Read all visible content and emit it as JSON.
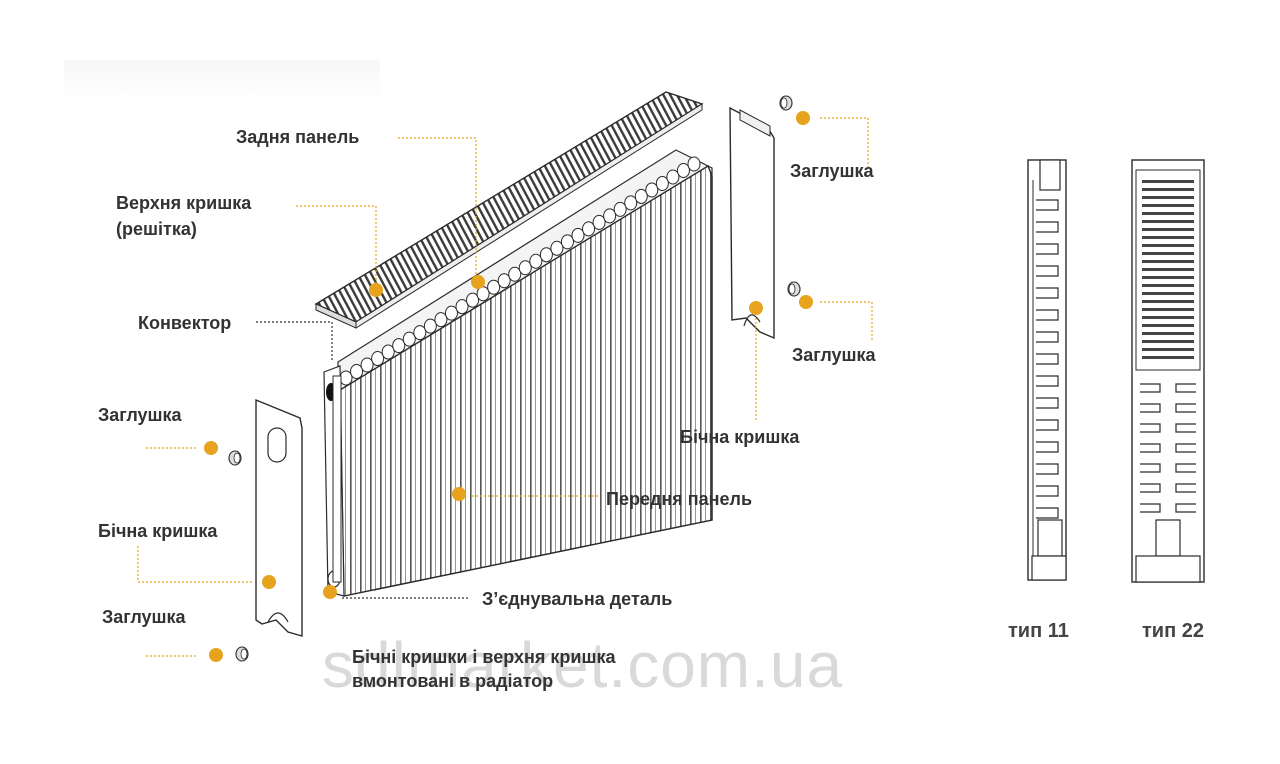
{
  "labels": {
    "back_panel": "Задня панель",
    "top_cover_line1": "Верхня кришка",
    "top_cover_line2": "(решітка)",
    "convector": "Конвектор",
    "plug_left_upper": "Заглушка",
    "side_cover_left": "Бічна кришка",
    "plug_left_lower": "Заглушка",
    "plug_right_upper": "Заглушка",
    "plug_right_lower": "Заглушка",
    "side_cover_right": "Бічна кришка",
    "front_panel": "Передня панель",
    "connector": "З’єднувальна деталь",
    "note_line1": "Бічні кришки і верхня кришка",
    "note_line2": "вмонтовані в радіатор"
  },
  "types": {
    "type11": "тип 11",
    "type22": "тип 22"
  },
  "watermark": "sdlmarket.com.ua",
  "colors": {
    "marker": "#e8a31e",
    "leader": "#e8a31e",
    "outline": "#2b2b2b",
    "text": "#333333",
    "watermark": "#d9d9d9"
  }
}
